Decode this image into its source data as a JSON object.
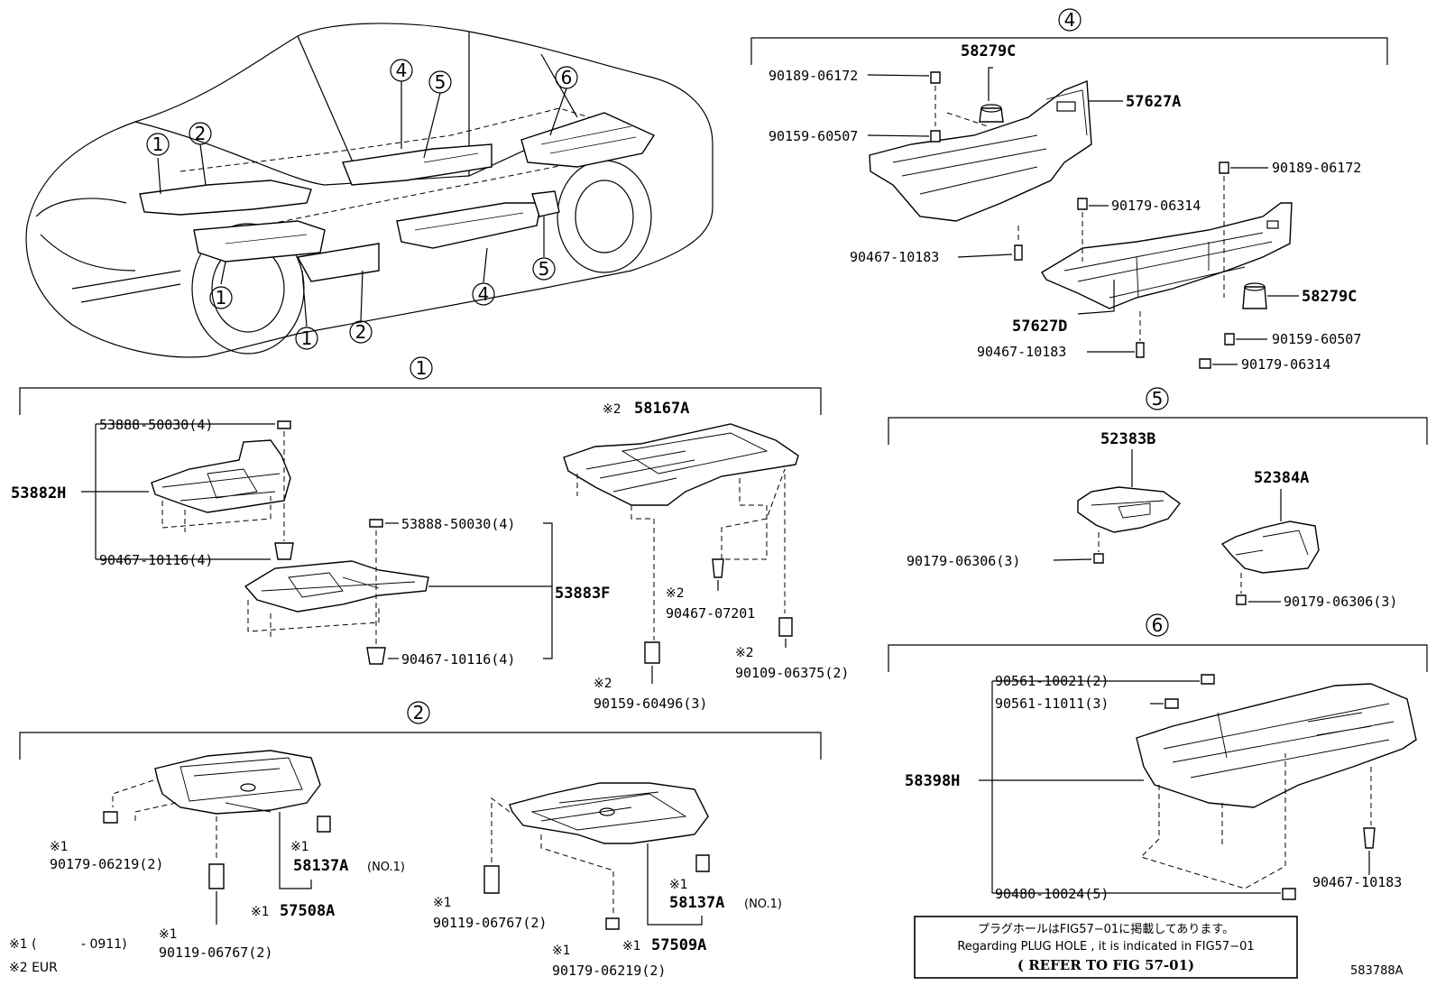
{
  "car_callouts": [
    "1",
    "2",
    "4",
    "5",
    "6",
    "1",
    "1",
    "2",
    "4",
    "5"
  ],
  "sections": {
    "s1": {
      "marker": "1",
      "labels": {
        "p53882H": "53882H",
        "p53888_a": "53888-50030(4)",
        "p90467_a": "90467-10116(4)",
        "p53888_b": "53888-50030(4)",
        "p53883F": "53883F",
        "p90467_b": "90467-10116(4)",
        "m58167A": "※2",
        "p58167A": "58167A",
        "m90467_07201": "※2",
        "p90467_07201": "90467-07201",
        "m90109": "※2",
        "p90109": "90109-06375(2)",
        "m90159": "※2",
        "p90159": "90159-60496(3)"
      }
    },
    "s2": {
      "marker": "2",
      "labels": {
        "m90179_a": "※1",
        "p90179_a": "90179-06219(2)",
        "m58137_a": "※1",
        "p58137_a": "58137A",
        "n58137_a": "(NO.1)",
        "m57508": "※1",
        "p57508": "57508A",
        "m90119_a": "※1",
        "p90119_a": "90119-06767(2)",
        "m90119_b": "※1",
        "p90119_b": "90119-06767(2)",
        "m58137_b": "※1",
        "p58137_b": "58137A",
        "n58137_b": "(NO.1)",
        "m57509": "※1",
        "p57509": "57509A",
        "m90179_b": "※1",
        "p90179_b": "90179-06219(2)"
      }
    },
    "s4": {
      "marker": "4",
      "labels": {
        "p58279C_a": "58279C",
        "p90189_a": "90189-06172",
        "p57627A": "57627A",
        "p90159_a": "90159-60507",
        "p90189_b": "90189-06172",
        "p90179_a": "90179-06314",
        "p90467_a": "90467-10183",
        "p58279C_b": "58279C",
        "p57627D": "57627D",
        "p90159_b": "90159-60507",
        "p90467_b": "90467-10183",
        "p90179_b": "90179-06314"
      }
    },
    "s5": {
      "marker": "5",
      "labels": {
        "p52383B": "52383B",
        "p52384A": "52384A",
        "p90179_a": "90179-06306(3)",
        "p90179_b": "90179-06306(3)"
      }
    },
    "s6": {
      "marker": "6",
      "labels": {
        "p90561_a": "90561-10021(2)",
        "p90561_b": "90561-11011(3)",
        "p58398H": "58398H",
        "p90467": "90467-10183",
        "p90480": "90480-10024(5)"
      }
    }
  },
  "notes": {
    "n1_sym": "※1 (",
    "n1_val": "- 0911)",
    "n2": "※2 EUR"
  },
  "reference_box": {
    "line_jp": "プラグホールはFIG57−01に掲載してあります。",
    "line_en": "Regarding PLUG HOLE , it is indicated in FIG57−01",
    "line_ref": "( REFER TO FIG 57-01)"
  },
  "diagram_code": "583788A"
}
